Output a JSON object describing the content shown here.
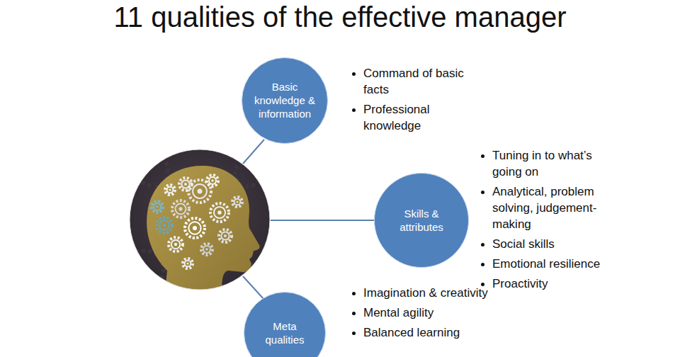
{
  "diagram": {
    "title": "11 qualities of the effective manager",
    "nodes": [
      {
        "text": [
          "Basic knowledge & information"
        ]
      },
      {
        "text": [
          "Skills & attributes"
        ]
      },
      {
        "text": [
          "Meta qualities"
        ]
      }
    ],
    "labels": [
      "Command of basic facts",
      "Professional knowledge",
      "Tuning in to what’s going on",
      "Analytical, problem solving, judgement-making",
      "Social skills",
      "Emotional resilience",
      "Proactivity",
      "Imagination & creativity",
      "Mental agility",
      "Balanced learning"
    ]
  }
}
